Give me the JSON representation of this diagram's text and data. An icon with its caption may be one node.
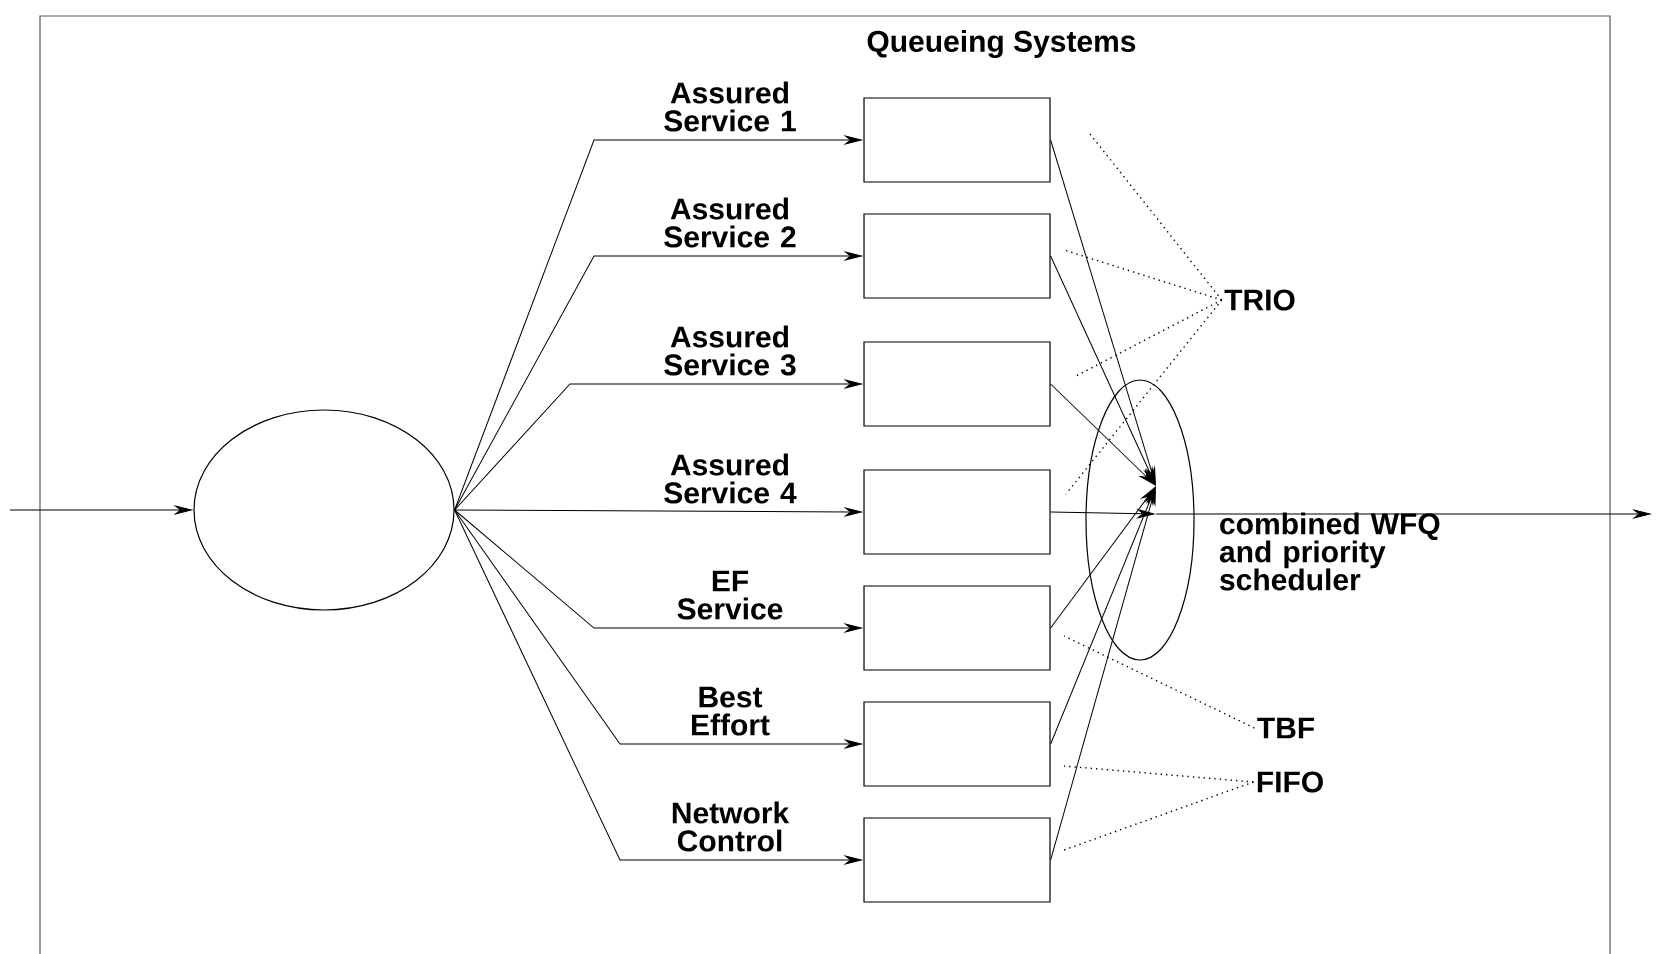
{
  "diagram": {
    "nodes": [
      {
        "text": [],
        "shape": "ellipse"
      },
      {
        "text": [],
        "shape": "box"
      },
      {
        "text": [],
        "shape": "box"
      },
      {
        "text": [],
        "shape": "box"
      },
      {
        "text": [],
        "shape": "box"
      },
      {
        "text": [],
        "shape": "box"
      },
      {
        "text": [],
        "shape": "box"
      },
      {
        "text": [],
        "shape": "box"
      },
      {
        "text": [],
        "shape": "ellipse",
        "beside": [
          "combined WFQ and priority scheduler"
        ]
      },
      {
        "text": [
          "TRIO"
        ]
      },
      {
        "text": [
          "TBF"
        ]
      },
      {
        "text": [
          "FIFO"
        ]
      }
    ],
    "edges": [
      {
        "from": null,
        "to": 0,
        "arrow": "to"
      },
      {
        "from": 0,
        "to": 1,
        "arrow": "to",
        "label": "Assured Service 1"
      },
      {
        "from": 0,
        "to": 2,
        "arrow": "to",
        "label": "Assured Service 2"
      },
      {
        "from": 0,
        "to": 3,
        "arrow": "to",
        "label": "Assured Service 3"
      },
      {
        "from": 0,
        "to": 4,
        "arrow": "to",
        "label": "Assured Service 4"
      },
      {
        "from": 0,
        "to": 5,
        "arrow": "to",
        "label": "EF Service"
      },
      {
        "from": 0,
        "to": 6,
        "arrow": "to",
        "label": "Best Effort"
      },
      {
        "from": 0,
        "to": 7,
        "arrow": "to",
        "label": "Network Control"
      },
      {
        "from": 1,
        "to": 8,
        "arrow": "to"
      },
      {
        "from": 2,
        "to": 8,
        "arrow": "to"
      },
      {
        "from": 3,
        "to": 8,
        "arrow": "to"
      },
      {
        "from": 4,
        "to": 8,
        "arrow": "to"
      },
      {
        "from": 5,
        "to": 8,
        "arrow": "to"
      },
      {
        "from": 6,
        "to": 8,
        "arrow": "to"
      },
      {
        "from": 7,
        "to": 8,
        "arrow": "to"
      },
      {
        "from": 8,
        "to": null,
        "arrow": "to"
      },
      {
        "from": 9,
        "to": 1,
        "arrow": "none",
        "style": "dashed"
      },
      {
        "from": 9,
        "to": 2,
        "arrow": "none",
        "style": "dashed"
      },
      {
        "from": 9,
        "to": 3,
        "arrow": "none",
        "style": "dashed"
      },
      {
        "from": 9,
        "to": 4,
        "arrow": "none",
        "style": "dashed"
      },
      {
        "from": 10,
        "to": 5,
        "arrow": "none",
        "style": "dashed"
      },
      {
        "from": 11,
        "to": 6,
        "arrow": "none",
        "style": "dashed"
      },
      {
        "from": 11,
        "to": 7,
        "arrow": "none",
        "style": "dashed"
      }
    ],
    "labels": [
      "Queueing Systems"
    ]
  }
}
